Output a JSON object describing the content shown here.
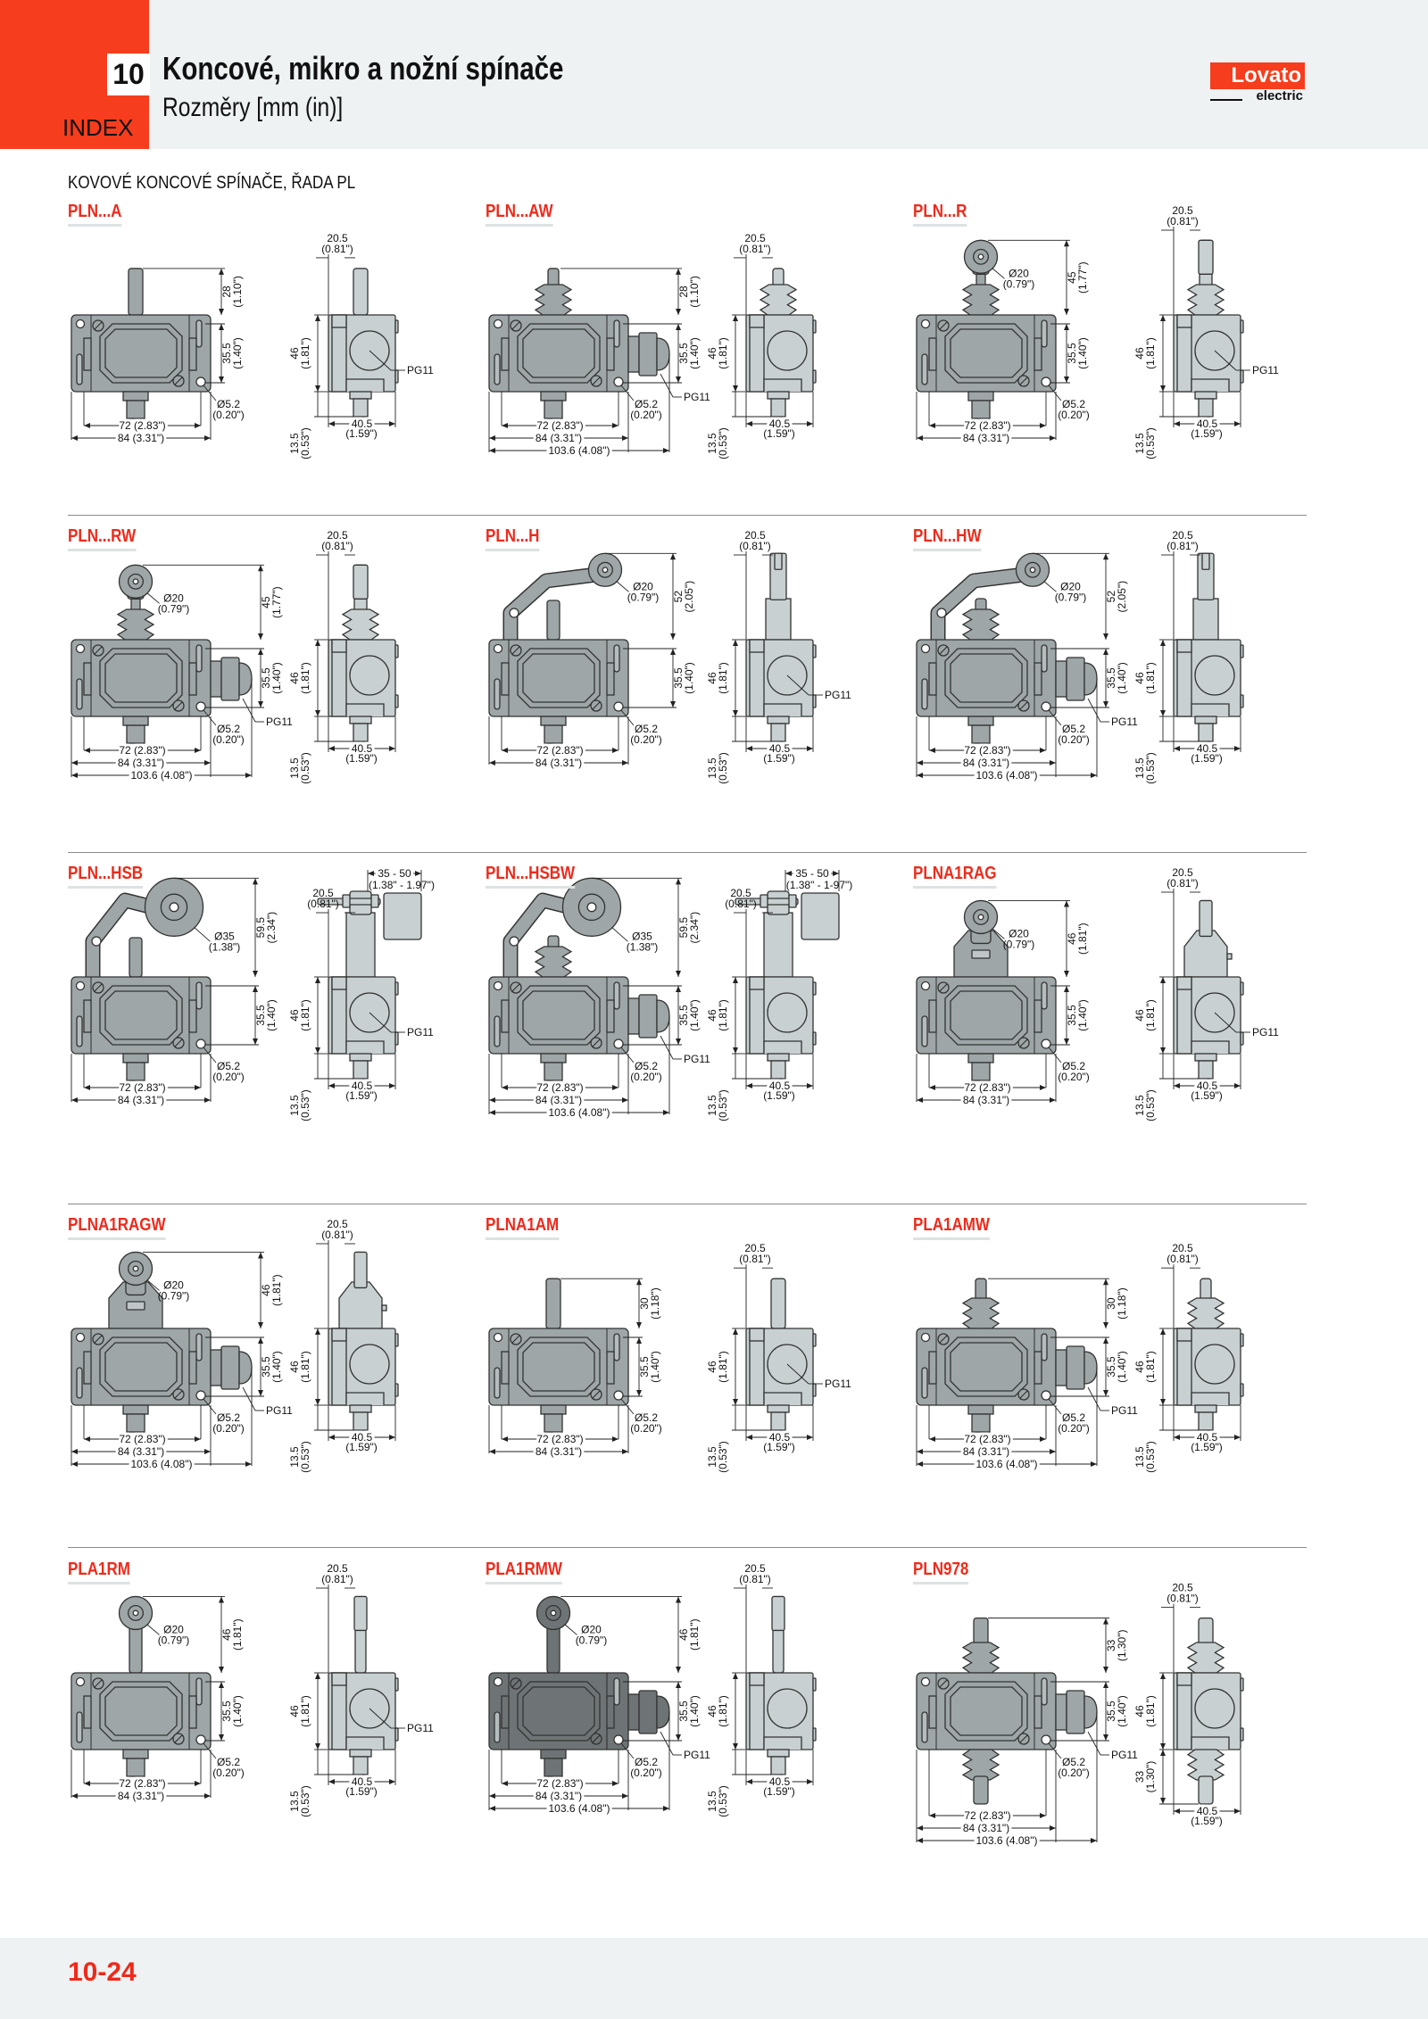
{
  "header": {
    "chapter": "10",
    "title": "Koncové, mikro a nožní spínače",
    "subtitle": "Rozměry [mm (in)]",
    "index": "INDEX",
    "logo_brand": "Lovato",
    "logo_sub": "electric"
  },
  "section_title": "KOVOVÉ KONCOVÉ SPÍNAČE, ŘADA PL",
  "common_dims": {
    "w72": "72 (2.83\")",
    "w84": "84 (3.31\")",
    "w103": "103.6 (4.08\")",
    "h35": [
      "35.5",
      "(1.40\")"
    ],
    "hole": [
      "Ø5.2",
      "(0.20\")"
    ],
    "pg": "PG11",
    "side_top": [
      "20.5",
      "(0.81\")"
    ],
    "side_h46": [
      "46",
      "(1.81\")"
    ],
    "side_h13": [
      "13.5",
      "(0.53\")"
    ],
    "side_w": [
      "40.5",
      "(1.59\")"
    ]
  },
  "items": [
    {
      "name": "PLN...A",
      "actuator": "plunger",
      "gland": false,
      "top_dim": [
        "28",
        "(1.10\")"
      ]
    },
    {
      "name": "PLN...AW",
      "actuator": "boot-plunger",
      "gland": true,
      "top_dim": [
        "28",
        "(1.10\")"
      ]
    },
    {
      "name": "PLN...R",
      "actuator": "roller-boot",
      "gland": false,
      "top_dim": [
        "45",
        "(1.77\")"
      ],
      "roller_dim": [
        "Ø20",
        "(0.79\")"
      ]
    },
    {
      "name": "PLN...RW",
      "actuator": "roller-boot",
      "gland": true,
      "top_dim": [
        "45",
        "(1.77\")"
      ],
      "roller_dim": [
        "Ø20",
        "(0.79\")"
      ]
    },
    {
      "name": "PLN...H",
      "actuator": "lever-roller",
      "gland": false,
      "top_dim": [
        "52",
        "(2.05\")"
      ],
      "roller_dim": [
        "Ø20",
        "(0.79\")"
      ]
    },
    {
      "name": "PLN...HW",
      "actuator": "lever-roller",
      "boot": true,
      "gland": true,
      "top_dim": [
        "52",
        "(2.05\")"
      ],
      "roller_dim": [
        "Ø20",
        "(0.79\")"
      ]
    },
    {
      "name": "PLN...HSB",
      "actuator": "lever-bigroller",
      "gland": false,
      "top_dim": [
        "59.5",
        "(2.34\")"
      ],
      "roller_dim": [
        "Ø35",
        "(1.38\")"
      ],
      "side_extra": [
        "35 - 50",
        "(1.38\" - 1.97\")"
      ]
    },
    {
      "name": "PLN...HSBW",
      "actuator": "lever-bigroller",
      "boot": true,
      "gland": true,
      "top_dim": [
        "59.5",
        "(2.34\")"
      ],
      "roller_dim": [
        "Ø35",
        "(1.38\")"
      ],
      "side_extra": [
        "35 - 50",
        "(1.38\" - 1-97\")"
      ]
    },
    {
      "name": "PLNA1RAG",
      "actuator": "roller-head",
      "gland": false,
      "top_dim": [
        "46",
        "(1.81\")"
      ],
      "roller_dim": [
        "Ø20",
        "(0.79\")"
      ]
    },
    {
      "name": "PLNA1RAGW",
      "actuator": "roller-head",
      "gland": true,
      "top_dim": [
        "46",
        "(1.81\")"
      ],
      "roller_dim": [
        "Ø20",
        "(0.79\")"
      ]
    },
    {
      "name": "PLNA1AM",
      "actuator": "plunger-tall",
      "gland": false,
      "top_dim": [
        "30",
        "(1.18\")"
      ]
    },
    {
      "name": "PLA1AMW",
      "actuator": "boot-plunger",
      "gland": true,
      "top_dim": [
        "30",
        "(1.18\")"
      ]
    },
    {
      "name": "PLA1RM",
      "actuator": "roller-plunger",
      "gland": false,
      "top_dim": [
        "46",
        "(1.81\")"
      ],
      "roller_dim": [
        "Ø20",
        "(0.79\")"
      ]
    },
    {
      "name": "PLA1RMW",
      "actuator": "roller-plunger",
      "dark": true,
      "gland": true,
      "top_dim": [
        "46",
        "(1.81\")"
      ],
      "roller_dim": [
        "Ø20",
        "(0.79\")"
      ]
    },
    {
      "name": "PLN978",
      "actuator": "double-boot",
      "gland": true,
      "top_dim": [
        "33",
        "(1.30\")"
      ],
      "side_bottom": [
        "33",
        "(1.30\")"
      ]
    }
  ],
  "footer": {
    "page": "10-24"
  },
  "colors": {
    "accent": "#ee2a1b",
    "brand_red": "#f63d1d",
    "body_front": "#9ea6a7",
    "body_side": "#c8d0d1",
    "body_dark": "#6e7475"
  }
}
